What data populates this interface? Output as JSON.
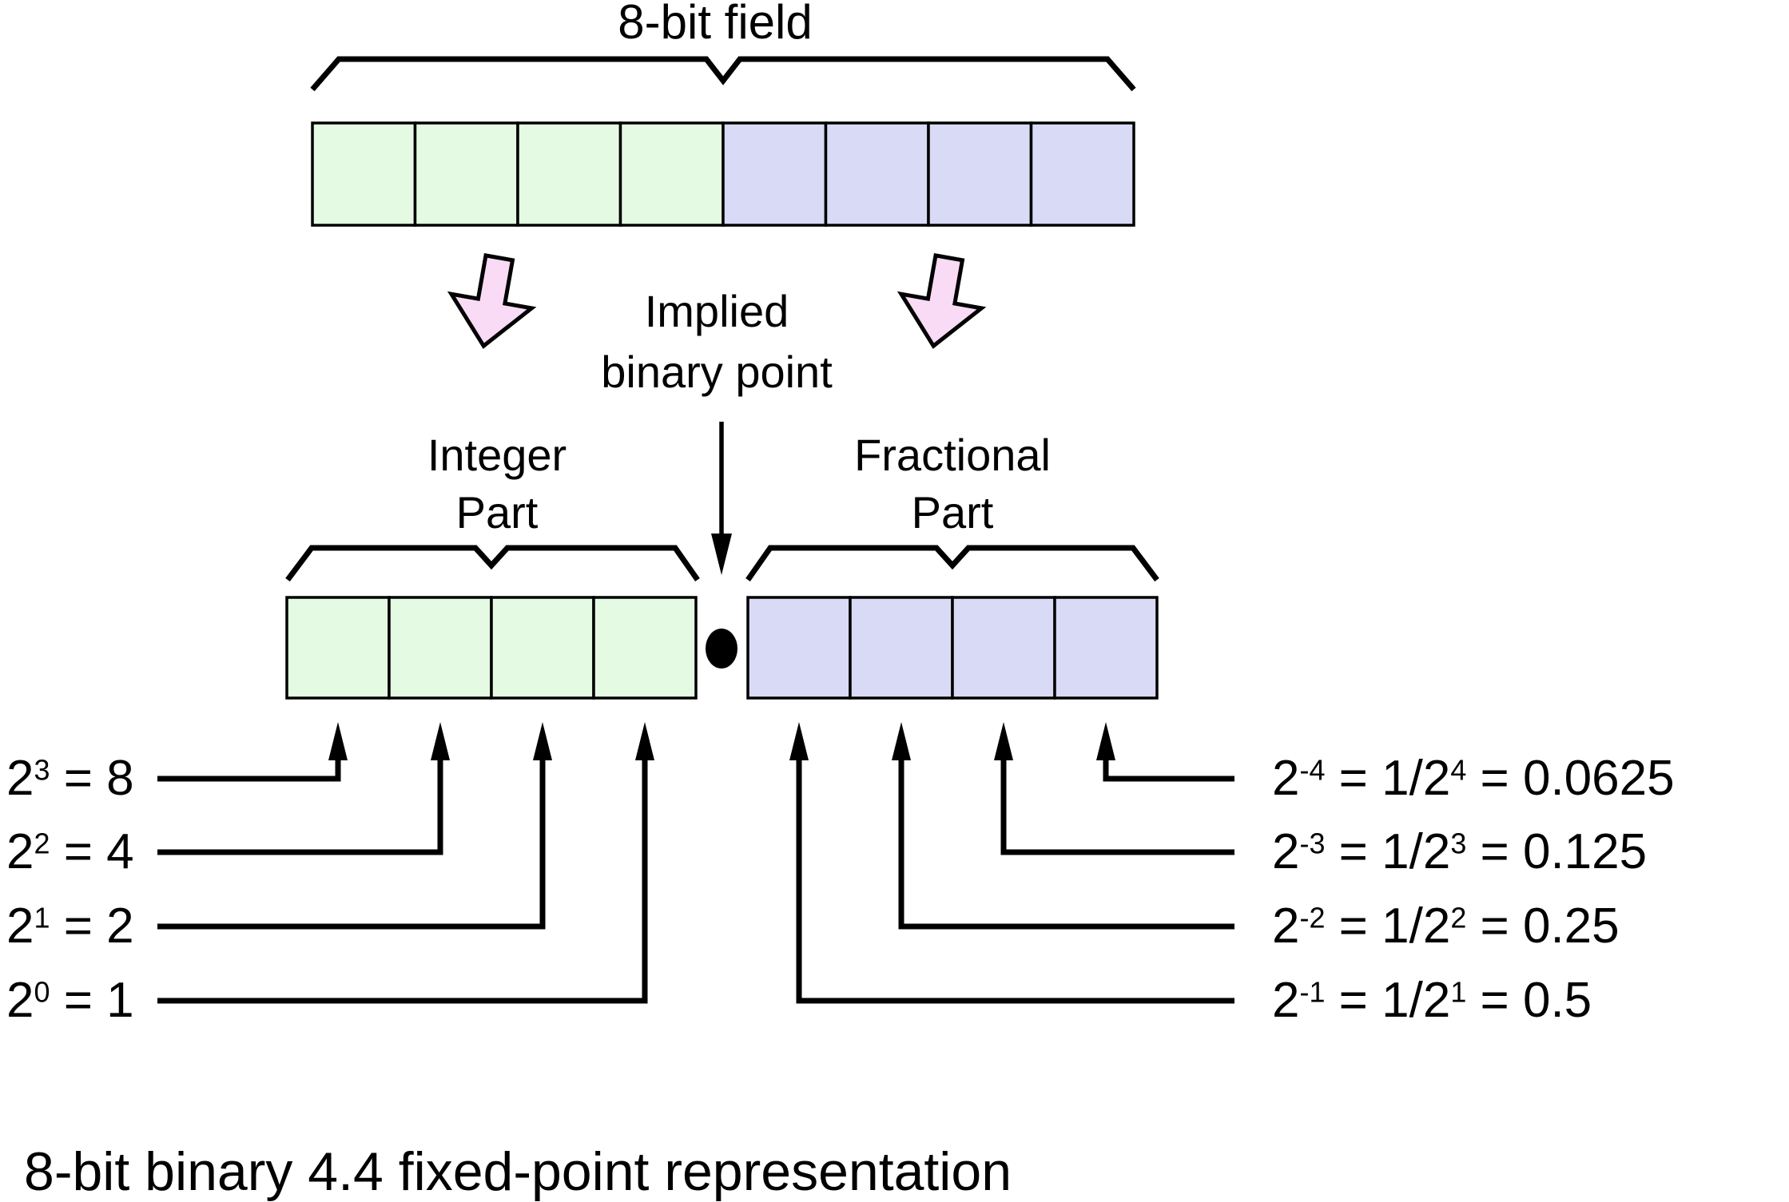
{
  "header": {
    "field_label": "8-bit field"
  },
  "middle": {
    "implied_line1": "Implied",
    "implied_line2": "binary point",
    "integer_line1": "Integer",
    "integer_line2": "Part",
    "fractional_line1": "Fractional",
    "fractional_line2": "Part"
  },
  "weights": {
    "integer": [
      {
        "base": "2",
        "exp": "3",
        "rest": " = 8"
      },
      {
        "base": "2",
        "exp": "2",
        "rest": " = 4"
      },
      {
        "base": "2",
        "exp": "1",
        "rest": " = 2"
      },
      {
        "base": "2",
        "exp": "0",
        "rest": " = 1"
      }
    ],
    "fractional": [
      {
        "base": "2",
        "exp": "-4",
        "mid": " = 1/2",
        "exp2": "4",
        "rest": " = 0.0625"
      },
      {
        "base": "2",
        "exp": "-3",
        "mid": " = 1/2",
        "exp2": "3",
        "rest": " = 0.125"
      },
      {
        "base": "2",
        "exp": "-2",
        "mid": " = 1/2",
        "exp2": "2",
        "rest": " = 0.25"
      },
      {
        "base": "2",
        "exp": "-1",
        "mid": " = 1/2",
        "exp2": "1",
        "rest": " = 0.5"
      }
    ]
  },
  "footer": {
    "title": "8-bit binary 4.4 fixed-point representation"
  },
  "colors": {
    "integer_cell": "#e5fae3",
    "fractional_cell": "#d9daf5",
    "arrow_pink": "#fadbf5",
    "outline": "#000000"
  }
}
